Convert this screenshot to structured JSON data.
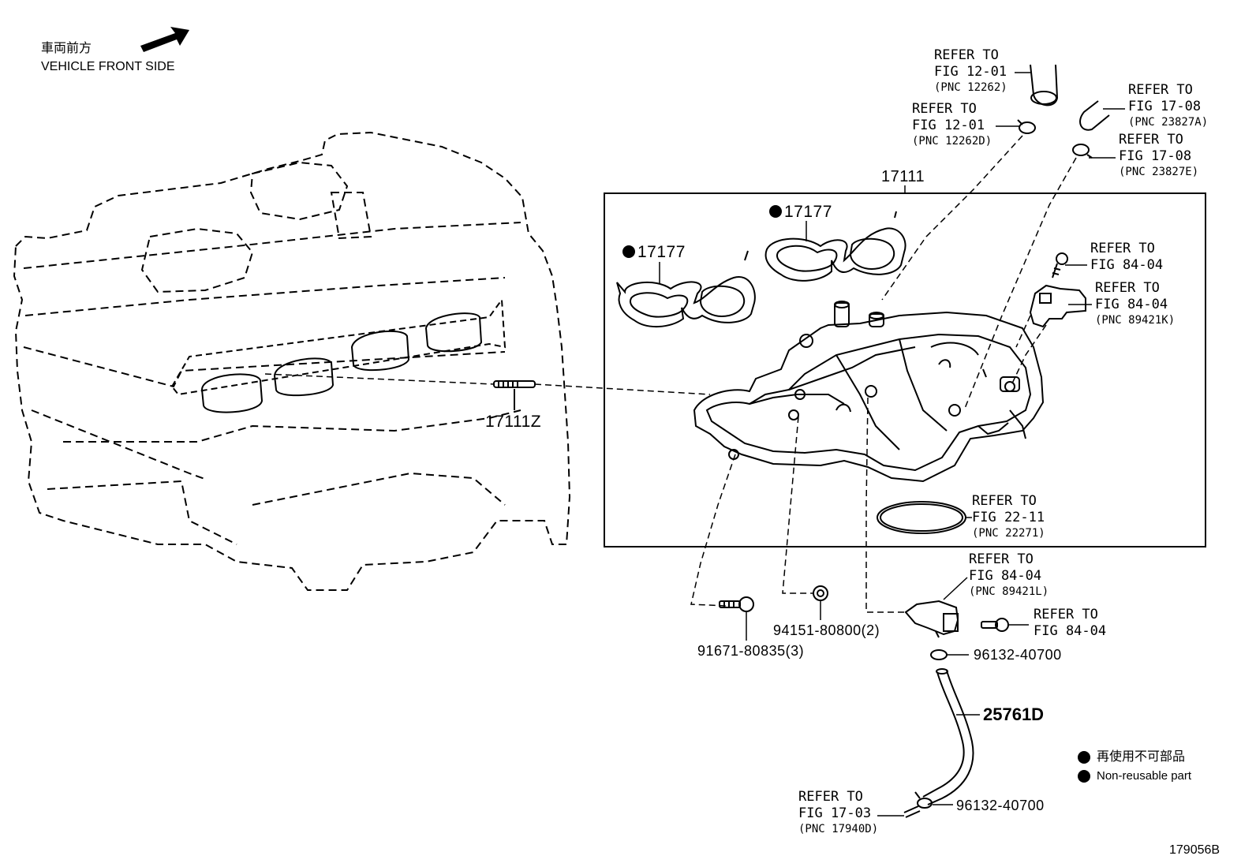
{
  "orientation": {
    "front_jp": "車両前方",
    "front_en": "VEHICLE FRONT SIDE"
  },
  "callouts": [
    {
      "id": "r1",
      "lines": [
        "REFER TO",
        "FIG 12-01"
      ],
      "pnc": "(PNC 12262)"
    },
    {
      "id": "r2",
      "lines": [
        "REFER TO",
        "FIG 12-01"
      ],
      "pnc": "(PNC 12262D)"
    },
    {
      "id": "r3",
      "lines": [
        "REFER TO",
        "FIG 17-08"
      ],
      "pnc": "(PNC 23827A)"
    },
    {
      "id": "r4",
      "lines": [
        "REFER TO",
        "FIG 17-08"
      ],
      "pnc": "(PNC 23827E)"
    },
    {
      "id": "r5",
      "lines": [
        "REFER TO",
        "FIG 84-04"
      ],
      "pnc": ""
    },
    {
      "id": "r6",
      "lines": [
        "REFER TO",
        "FIG 84-04"
      ],
      "pnc": "(PNC 89421K)"
    },
    {
      "id": "r7",
      "lines": [
        "REFER TO",
        "FIG 22-11"
      ],
      "pnc": "(PNC 22271)"
    },
    {
      "id": "r8",
      "lines": [
        "REFER TO",
        "FIG 84-04"
      ],
      "pnc": "(PNC 89421L)"
    },
    {
      "id": "r9",
      "lines": [
        "REFER TO",
        "FIG 84-04"
      ],
      "pnc": ""
    },
    {
      "id": "r10",
      "lines": [
        "REFER TO",
        "FIG 17-03"
      ],
      "pnc": "(PNC 17940D)"
    }
  ],
  "parts": {
    "manifold": "17111",
    "gasket_left": "17177",
    "gasket_right": "17177",
    "stud": "17111Z",
    "bolt": "91671-80835(3)",
    "nut": "94151-80800(2)",
    "clip_upper": "96132-40700",
    "hose": "25761D",
    "clip_lower": "96132-40700"
  },
  "legend": {
    "jp": "再使用不可部品",
    "en": "Non-reusable part"
  },
  "figure_id": "179056B"
}
